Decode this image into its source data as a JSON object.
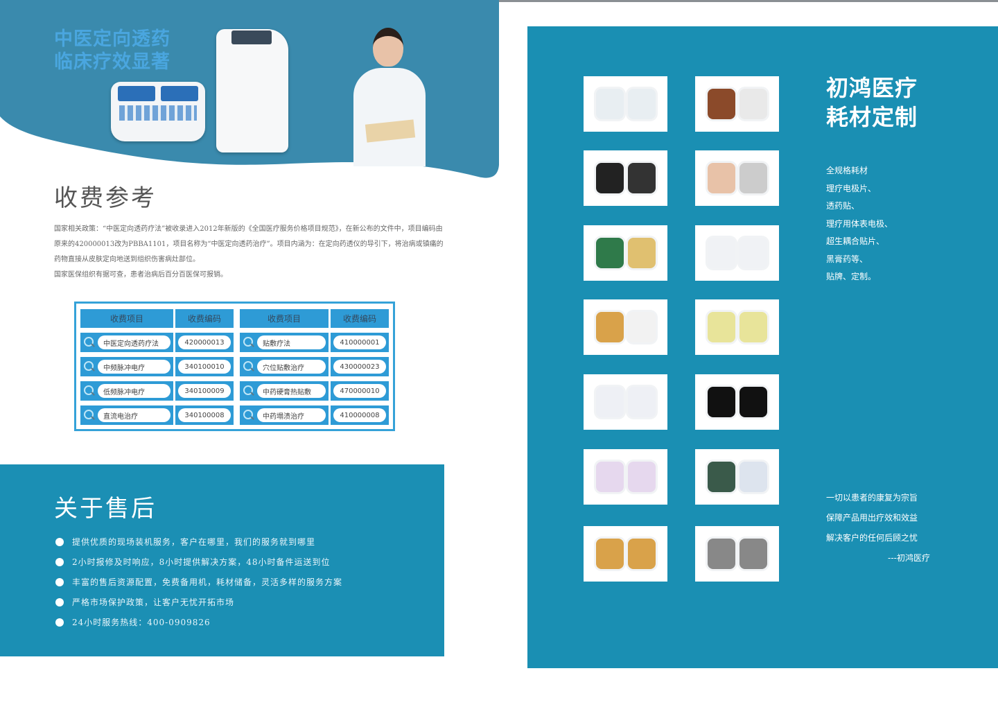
{
  "banner": {
    "slogan_line1": "中医定向透药",
    "slogan_line2": "临床疗效显著"
  },
  "fee": {
    "title": "收费参考",
    "policy": [
      "国家相关政策：“中医定向透药疗法”被收录进入2012年新版的《全国医疗服务价格项目规范》，在新公布的文件中，项目编码由原来的420000013改为PBBA1101，项目名称为“中医定向透药治疗”。项目内涵为：在定向药透仪的导引下，将治病或镇痛的药物直接从皮肤定向地送到组织伤害病灶部位。",
      "国家医保组织有据可查，患者治病后百分百医保可报销。"
    ],
    "headers": [
      "收费项目",
      "收费编码",
      "收费项目",
      "收费编码"
    ],
    "rows": [
      [
        "中医定向透药疗法",
        "420000013",
        "贴敷疗法",
        "410000001"
      ],
      [
        "中频脉冲电疗",
        "340100010",
        "穴位贴敷治疗",
        "430000023"
      ],
      [
        "低频脉冲电疗",
        "340100009",
        "中药硬膏热贴敷",
        "470000010"
      ],
      [
        "直流电治疗",
        "340100008",
        "中药塌渍治疗",
        "410000008"
      ]
    ]
  },
  "after_sales": {
    "title": "关于售后",
    "items": [
      "提供优质的现场装机服务，客户在哪里，我们的服务就到哪里",
      "2小时报修及时响应，8小时提供解决方案，48小时备件运送到位",
      "丰富的售后资源配置，免费备用机，耗材储备，灵活多样的服务方案",
      "严格市场保护政策，让客户无忧开拓市场",
      "24小时服务热线：400-0909826"
    ]
  },
  "panel": {
    "brand_line1": "初鸿医疗",
    "brand_line2": "耗材定制",
    "materials": [
      "全规格耗材",
      "理疗电极片、",
      "透药贴、",
      "理疗用体表电极、",
      "超生耦合贴片、",
      "黑膏药等、",
      "贴牌、定制。"
    ],
    "motto": [
      "一切以患者的康复为宗旨",
      "保障产品用出疗效和效益",
      "解决客户的任何后顾之忧"
    ],
    "signature": "---初鸿医疗"
  },
  "colors": {
    "banner": "#3a8aad",
    "panel": "#1a8fb3",
    "table_blue": "#2e9bd6",
    "slogan": "#4aa6df"
  }
}
